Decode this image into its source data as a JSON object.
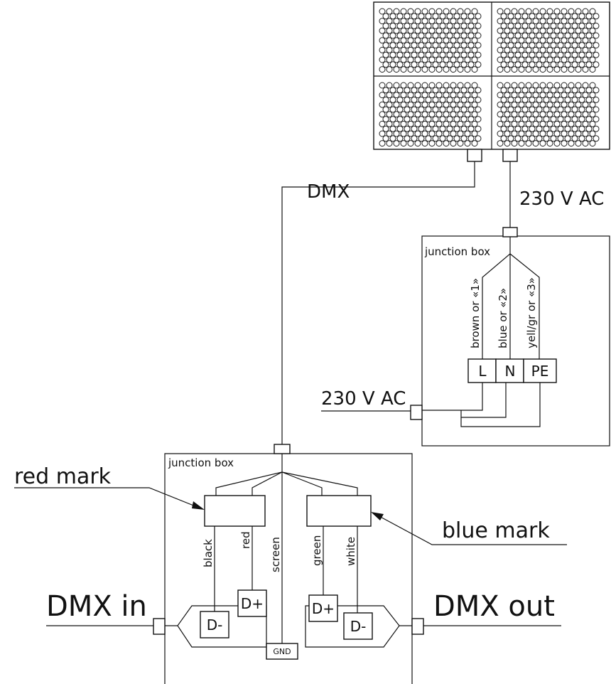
{
  "labels": {
    "dmx_cable": "DMX",
    "ac_top": "230 V AC",
    "ac_left": "230 V AC",
    "junction_box_power": "junction box",
    "junction_box_dmx": "junction box",
    "red_mark": "red mark",
    "blue_mark": "blue mark",
    "dmx_in": "DMX in",
    "dmx_out": "DMX out"
  },
  "power_wires": [
    "brown or «1»",
    "blue or «2»",
    "yell/gr or «3»"
  ],
  "power_terminals": [
    "L",
    "N",
    "PE"
  ],
  "dmx_wires": [
    "black",
    "red",
    "screen",
    "green",
    "white"
  ],
  "dmx_terminals": {
    "in_minus": "D-",
    "in_plus": "D+",
    "out_plus": "D+",
    "out_minus": "D-",
    "gnd": "GND"
  }
}
